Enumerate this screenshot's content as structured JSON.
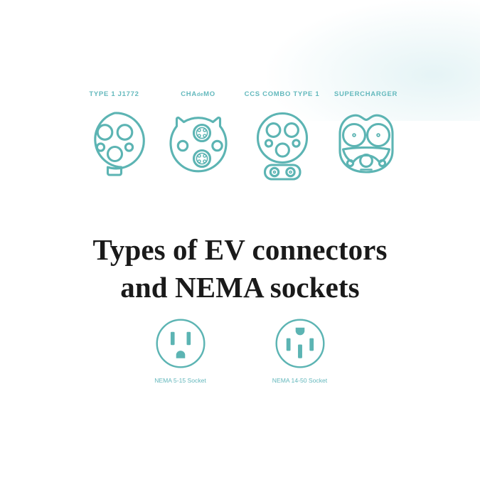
{
  "poster": {
    "background_color": "#ffffff",
    "accent_color": "#5cb4b3",
    "label_color": "#64b9bd",
    "headline_color": "#1a1a1a"
  },
  "headline": {
    "line1": "Types of EV connectors",
    "line2": "and NEMA sockets"
  },
  "connectors": [
    {
      "id": "type-1-j1772",
      "label": "TYPE 1 J1772",
      "icon": "type1-j1772-connector-icon"
    },
    {
      "id": "chademo",
      "label_part1": "CHA",
      "label_part2": "de",
      "label_part3": "MO",
      "label": "CHAdeMO",
      "icon": "chademo-connector-icon"
    },
    {
      "id": "ccs-combo-type-1",
      "label": "CCS COMBO TYPE 1",
      "icon": "ccs-combo-type1-connector-icon"
    },
    {
      "id": "supercharger",
      "label": "SUPERCHARGER",
      "icon": "supercharger-connector-icon"
    }
  ],
  "sockets": [
    {
      "id": "nema-5-15",
      "label": "NEMA 5-15 Socket",
      "icon": "nema-5-15-socket-icon"
    },
    {
      "id": "nema-14-50",
      "label": "NEMA 14-50 Socket",
      "icon": "nema-14-50-socket-icon"
    }
  ]
}
